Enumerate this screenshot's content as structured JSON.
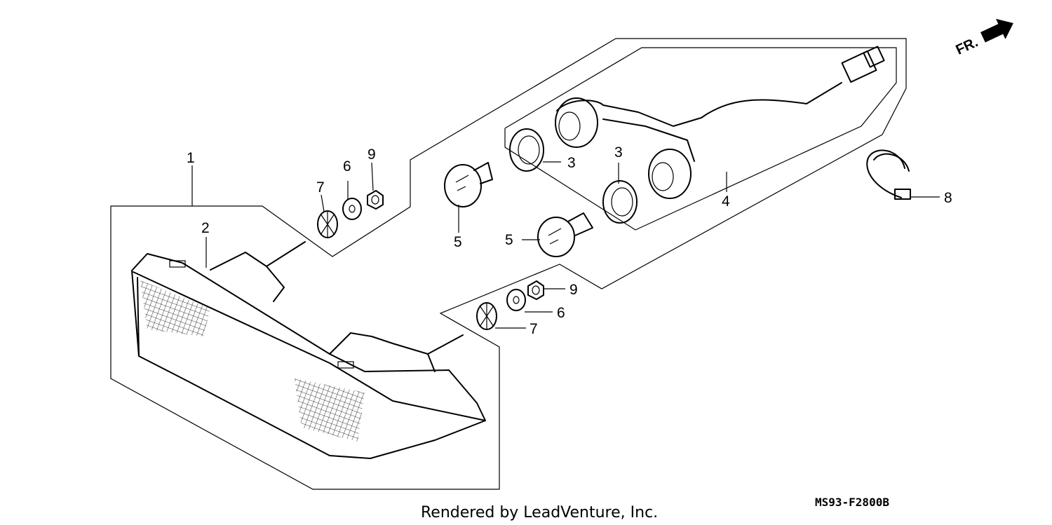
{
  "callouts": {
    "c1": "1",
    "c2": "2",
    "c3a": "3",
    "c3b": "3",
    "c4": "4",
    "c5a": "5",
    "c5b": "5",
    "c6a": "6",
    "c6b": "6",
    "c7a": "7",
    "c7b": "7",
    "c8": "8",
    "c9a": "9",
    "c9b": "9"
  },
  "front_indicator": "FR.",
  "diagram_code": "MS93-F2800B",
  "credit": "Rendered by LeadVenture, Inc.",
  "colors": {
    "line": "#000000",
    "background": "#ffffff"
  },
  "icons": {
    "front_arrow": "arrow-right-icon"
  }
}
